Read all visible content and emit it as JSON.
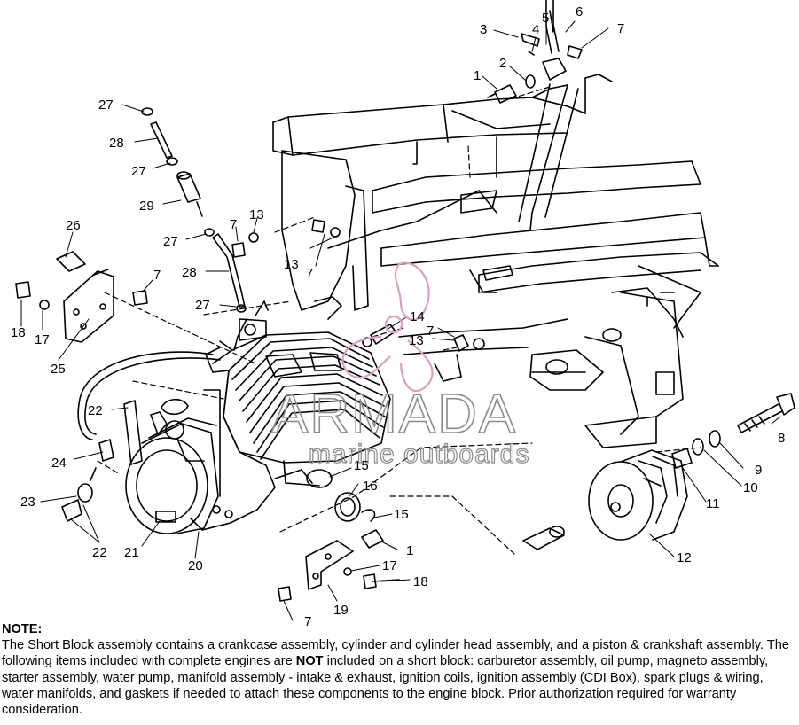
{
  "watermark": {
    "brand": "ARMADA",
    "tagline": "marine outboards",
    "logo_color": "#d9a0c2"
  },
  "callouts": [
    "1",
    "2",
    "3",
    "4",
    "5",
    "6",
    "7",
    "7",
    "7",
    "7",
    "7",
    "7",
    "8",
    "9",
    "10",
    "11",
    "12",
    "13",
    "13",
    "13",
    "14",
    "15",
    "15",
    "16",
    "17",
    "17",
    "18",
    "18",
    "19",
    "20",
    "21",
    "22",
    "22",
    "23",
    "24",
    "25",
    "26",
    "27",
    "27",
    "27",
    "27",
    "28",
    "28",
    "29",
    "1"
  ],
  "note": {
    "title": "NOTE:",
    "text_1": "The Short Block assembly contains a crankcase assembly, cylinder and cylinder head assembly, and a piston & crankshaft assembly.  The following items included with complete engines are ",
    "emphasis": "NOT",
    "text_2": " included on a short block:  carburetor assembly, oil pump, magneto assembly, starter assembly, water pump, manifold assembly - intake & exhaust, ignition coils, ignition assembly (CDI Box), spark plugs & wiring, water manifolds, and gaskets if needed to attach these components to the engine block.  Prior authorization required for warranty consideration."
  }
}
